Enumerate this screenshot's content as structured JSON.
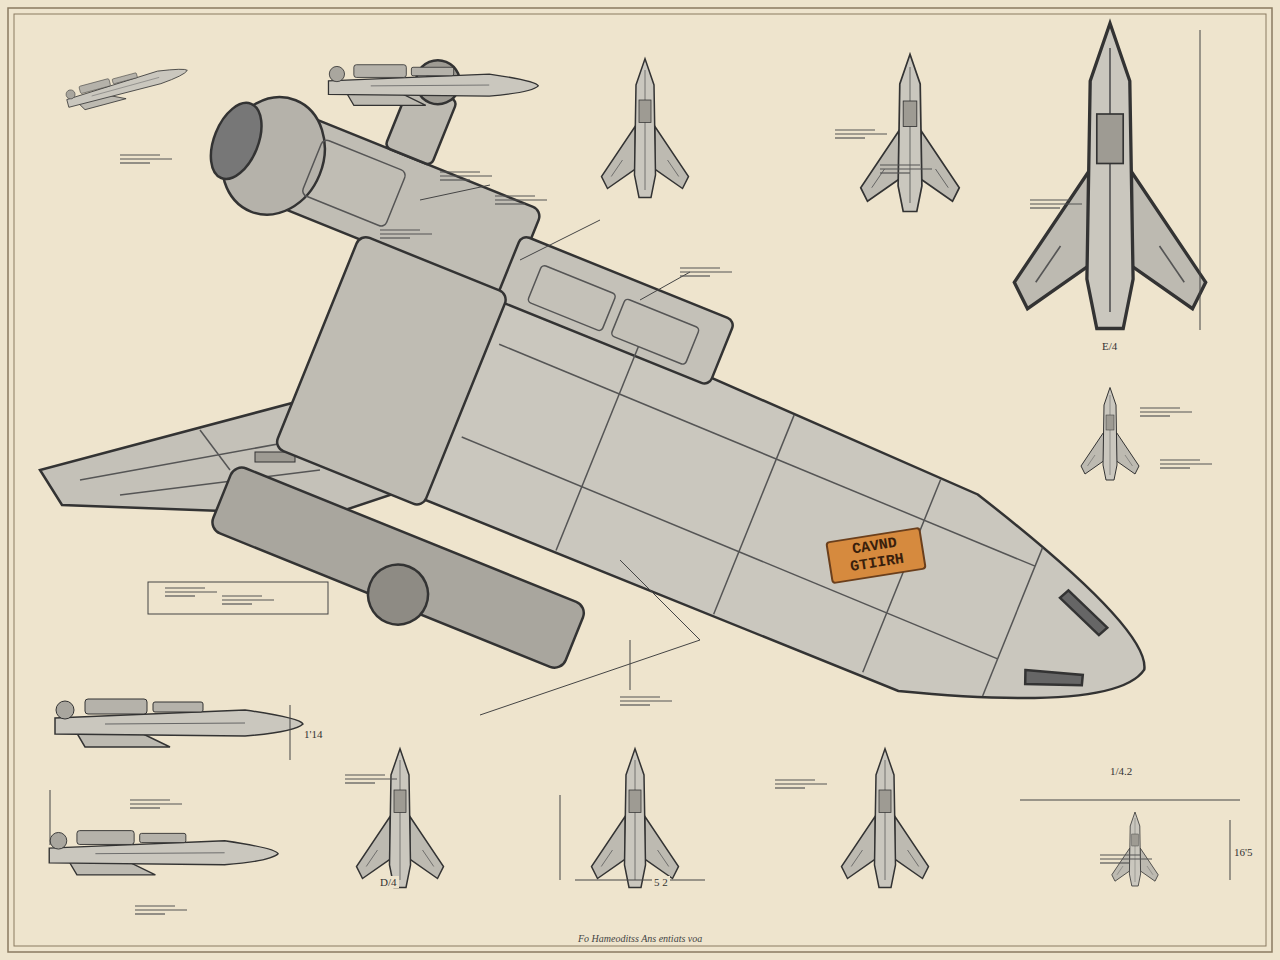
{
  "diagram": {
    "caption": "Fo Hameoditss Ans entiats voa",
    "nodes": [
      {
        "text": [
          "CAVND GTIIRH"
        ]
      }
    ],
    "labels": [
      "E/4",
      "1/4.2",
      "16'5",
      "D/4",
      "5 2",
      "1'14"
    ]
  }
}
